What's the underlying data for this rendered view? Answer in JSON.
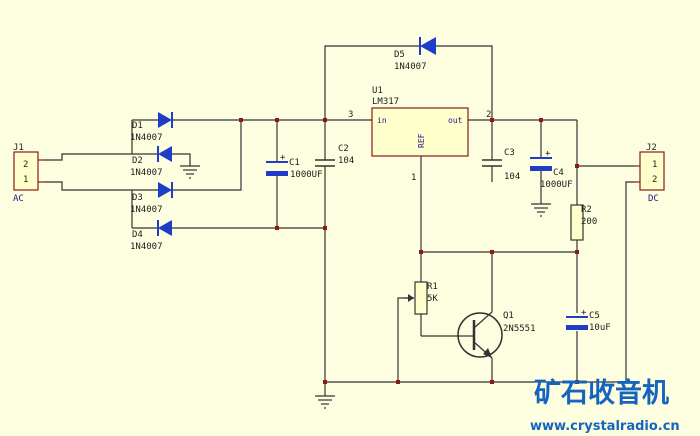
{
  "colors": {
    "background": "#fdfde0",
    "wire": "#333333",
    "label": "#1a1a8c",
    "diode": "#1e3cc8",
    "capacitor": "#1e3cc8",
    "pin": "#8a1a1a",
    "junction": "#8a1a1a",
    "ic_fill": "#ffffcc",
    "ic_border": "#8a1a1a",
    "watermark": "#1565c0"
  },
  "components": {
    "J1": {
      "ref": "J1",
      "pin_top": "2",
      "pin_bottom": "1",
      "type_label": "AC"
    },
    "J2": {
      "ref": "J2",
      "pin_top": "1",
      "pin_bottom": "2",
      "type_label": "DC"
    },
    "D1": {
      "ref": "D1",
      "value": "1N4007"
    },
    "D2": {
      "ref": "D2",
      "value": "1N4007"
    },
    "D3": {
      "ref": "D3",
      "value": "1N4007"
    },
    "D4": {
      "ref": "D4",
      "value": "1N4007"
    },
    "D5": {
      "ref": "D5",
      "value": "1N4007"
    },
    "C1": {
      "ref": "C1",
      "value": "1000UF"
    },
    "C2": {
      "ref": "C2",
      "value": "104"
    },
    "C3": {
      "ref": "C3",
      "value": "104"
    },
    "C4": {
      "ref": "C4",
      "value": "1000UF"
    },
    "C5": {
      "ref": "C5",
      "value": "10uF"
    },
    "R1": {
      "ref": "R1",
      "value": "5K"
    },
    "R2": {
      "ref": "R2",
      "value": "200"
    },
    "Q1": {
      "ref": "Q1",
      "value": "2N5551"
    },
    "U1": {
      "ref": "U1",
      "value": "LM317",
      "pin_in": "in",
      "pin_out": "out",
      "pin_ref": "REF",
      "pin_num_in": "3",
      "pin_num_out": "2",
      "pin_num_ref": "1"
    }
  },
  "polarity_mark": "+",
  "watermark": {
    "brand": "矿石收音机",
    "url": "www.crystalradio.cn"
  }
}
